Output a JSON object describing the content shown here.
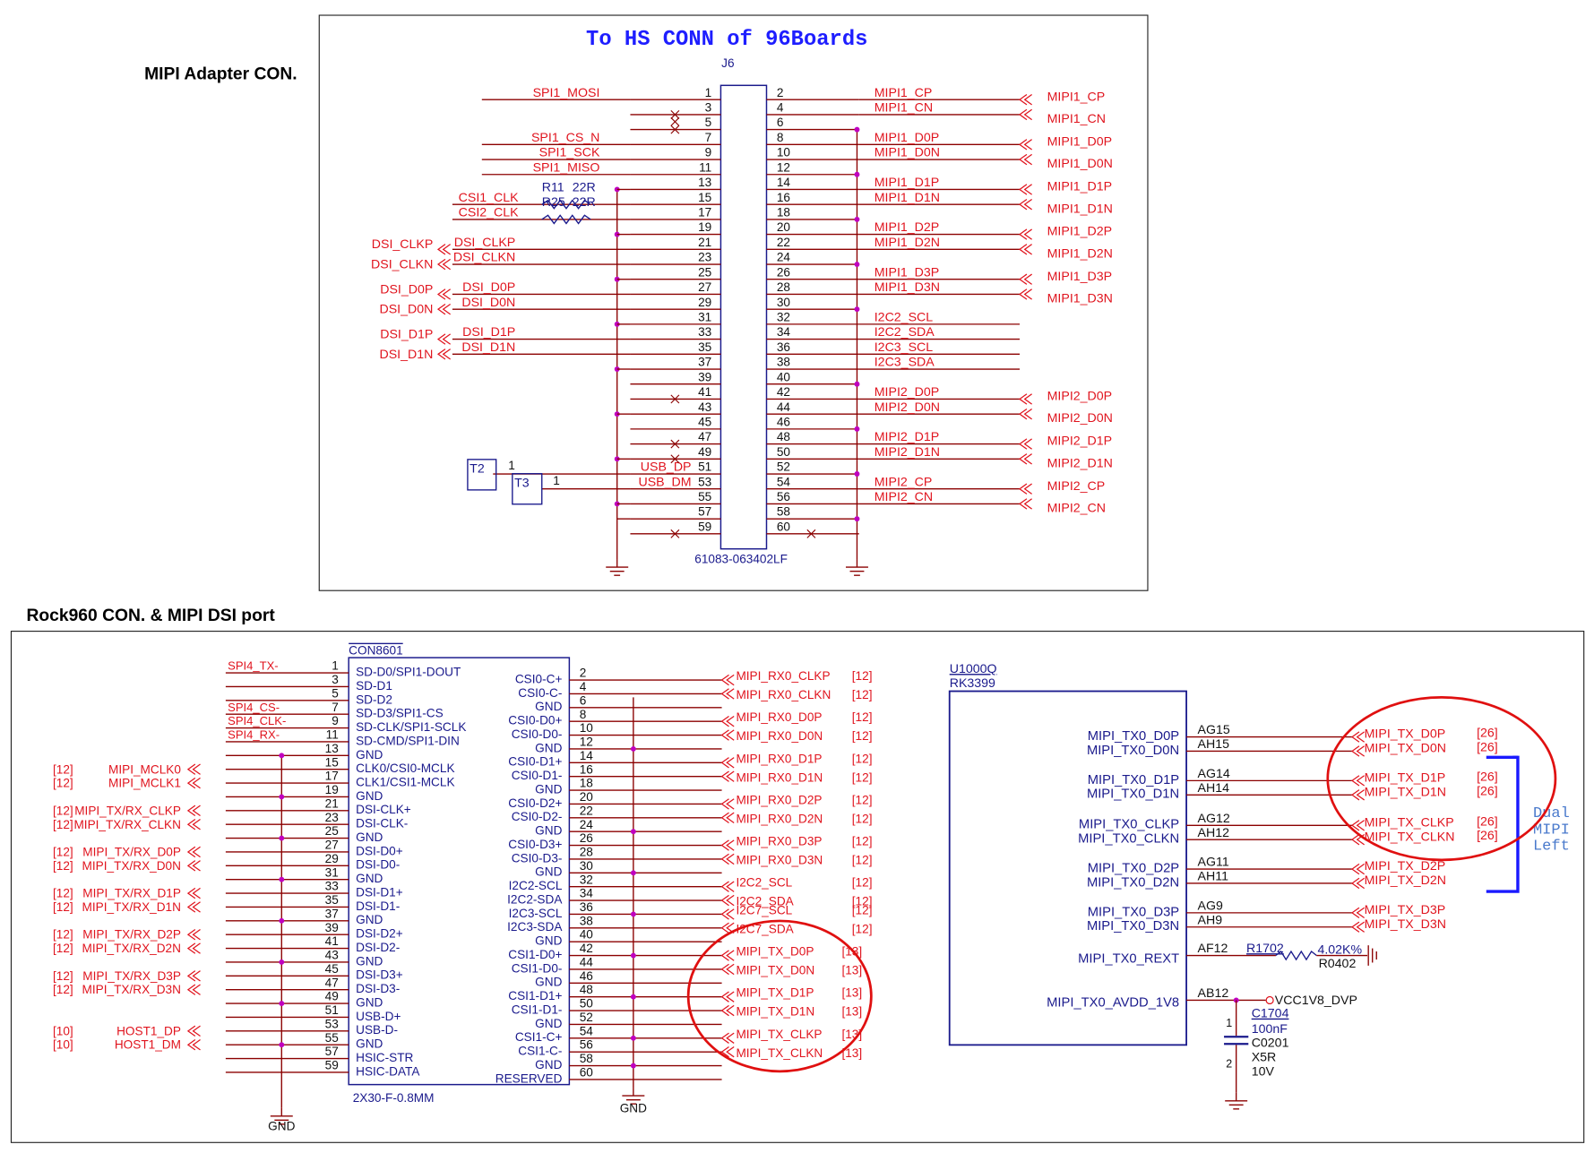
{
  "headings": {
    "top_label": "MIPI Adapter CON.",
    "bottom_label": "Rock960 CON. & MIPI DSI port",
    "top_box_title": "To HS CONN of 96Boards"
  },
  "j6": {
    "ref": "J6",
    "part": "61083-063402LF",
    "odd_pins": [
      "1",
      "3",
      "5",
      "7",
      "9",
      "11",
      "13",
      "15",
      "17",
      "19",
      "21",
      "23",
      "25",
      "27",
      "29",
      "31",
      "33",
      "35",
      "37",
      "39",
      "41",
      "43",
      "45",
      "47",
      "49",
      "51",
      "53",
      "55",
      "57",
      "59"
    ],
    "even_pins": [
      "2",
      "4",
      "6",
      "8",
      "10",
      "12",
      "14",
      "16",
      "18",
      "20",
      "22",
      "24",
      "26",
      "28",
      "30",
      "32",
      "34",
      "36",
      "38",
      "40",
      "42",
      "44",
      "46",
      "48",
      "50",
      "52",
      "54",
      "56",
      "58",
      "60"
    ],
    "left_nets": [
      {
        "pin": "1",
        "label": "SPI1_MOSI"
      },
      {
        "pin": "7",
        "label": "SPI1_CS_N"
      },
      {
        "pin": "9",
        "label": "SPI1_SCK"
      },
      {
        "pin": "11",
        "label": "SPI1_MISO"
      },
      {
        "pin": "15",
        "label": "CSI1_CLK"
      },
      {
        "pin": "17",
        "label": "CSI2_CLK"
      },
      {
        "pin": "21",
        "label": "DSI_CLKP"
      },
      {
        "pin": "23",
        "label": "DSI_CLKN"
      },
      {
        "pin": "27",
        "label": "DSI_D0P"
      },
      {
        "pin": "29",
        "label": "DSI_D0N"
      },
      {
        "pin": "33",
        "label": "DSI_D1P"
      },
      {
        "pin": "35",
        "label": "DSI_D1N"
      },
      {
        "pin": "51",
        "label": "USB_DP"
      },
      {
        "pin": "53",
        "label": "USB_DM"
      }
    ],
    "resistors": [
      {
        "ref": "R11",
        "value": "22R"
      },
      {
        "ref": "R25",
        "value": "22R"
      }
    ],
    "left_ports": [
      "DSI_CLKP",
      "DSI_CLKN",
      "DSI_D0P",
      "DSI_D0N",
      "DSI_D1P",
      "DSI_D1N"
    ],
    "testpoints": [
      {
        "ref": "T2",
        "pin": "1"
      },
      {
        "ref": "T3",
        "pin": "1"
      }
    ],
    "right_nets": [
      {
        "pin": "2",
        "label": "MIPI1_CP"
      },
      {
        "pin": "4",
        "label": "MIPI1_CN"
      },
      {
        "pin": "8",
        "label": "MIPI1_D0P"
      },
      {
        "pin": "10",
        "label": "MIPI1_D0N"
      },
      {
        "pin": "14",
        "label": "MIPI1_D1P"
      },
      {
        "pin": "16",
        "label": "MIPI1_D1N"
      },
      {
        "pin": "20",
        "label": "MIPI1_D2P"
      },
      {
        "pin": "22",
        "label": "MIPI1_D2N"
      },
      {
        "pin": "26",
        "label": "MIPI1_D3P"
      },
      {
        "pin": "28",
        "label": "MIPI1_D3N"
      },
      {
        "pin": "32",
        "label": "I2C2_SCL"
      },
      {
        "pin": "34",
        "label": "I2C2_SDA"
      },
      {
        "pin": "36",
        "label": "I2C3_SCL"
      },
      {
        "pin": "38",
        "label": "I2C3_SDA"
      },
      {
        "pin": "42",
        "label": "MIPI2_D0P"
      },
      {
        "pin": "44",
        "label": "MIPI2_D0N"
      },
      {
        "pin": "48",
        "label": "MIPI2_D1P"
      },
      {
        "pin": "50",
        "label": "MIPI2_D1N"
      },
      {
        "pin": "54",
        "label": "MIPI2_CP"
      },
      {
        "pin": "56",
        "label": "MIPI2_CN"
      }
    ],
    "right_ports": [
      "MIPI1_CP",
      "MIPI1_CN",
      "MIPI1_D0P",
      "MIPI1_D0N",
      "MIPI1_D1P",
      "MIPI1_D1N",
      "MIPI1_D2P",
      "MIPI1_D2N",
      "MIPI1_D3P",
      "MIPI1_D3N",
      "MIPI2_D0P",
      "MIPI2_D0N",
      "MIPI2_D1P",
      "MIPI2_D1N",
      "MIPI2_CP",
      "MIPI2_CN"
    ]
  },
  "con8601": {
    "ref": "CON8601",
    "part": "2X30-F-0.8MM",
    "gnd_label": "GND",
    "odd_pins": [
      "1",
      "3",
      "5",
      "7",
      "9",
      "11",
      "13",
      "15",
      "17",
      "19",
      "21",
      "23",
      "25",
      "27",
      "29",
      "31",
      "33",
      "35",
      "37",
      "39",
      "41",
      "43",
      "45",
      "47",
      "49",
      "51",
      "53",
      "55",
      "57",
      "59"
    ],
    "even_pins": [
      "2",
      "4",
      "6",
      "8",
      "10",
      "12",
      "14",
      "16",
      "18",
      "20",
      "22",
      "24",
      "26",
      "28",
      "30",
      "32",
      "34",
      "36",
      "38",
      "40",
      "42",
      "44",
      "46",
      "48",
      "50",
      "52",
      "54",
      "56",
      "58",
      "60"
    ],
    "odd_names": [
      "SD-D0/SPI1-DOUT",
      "SD-D1",
      "SD-D2",
      "SD-D3/SPI1-CS",
      "SD-CLK/SPI1-SCLK",
      "SD-CMD/SPI1-DIN",
      "GND",
      "CLK0/CSI0-MCLK",
      "CLK1/CSI1-MCLK",
      "GND",
      "DSI-CLK+",
      "DSI-CLK-",
      "GND",
      "DSI-D0+",
      "DSI-D0-",
      "GND",
      "DSI-D1+",
      "DSI-D1-",
      "GND",
      "DSI-D2+",
      "DSI-D2-",
      "GND",
      "DSI-D3+",
      "DSI-D3-",
      "GND",
      "USB-D+",
      "USB-D-",
      "GND",
      "HSIC-STR",
      "HSIC-DATA"
    ],
    "even_names": [
      "CSI0-C+",
      "CSI0-C-",
      "GND",
      "CSI0-D0+",
      "CSI0-D0-",
      "GND",
      "CSI0-D1+",
      "CSI0-D1-",
      "GND",
      "CSI0-D2+",
      "CSI0-D2-",
      "GND",
      "CSI0-D3+",
      "CSI0-D3-",
      "GND",
      "I2C2-SCL",
      "I2C2-SDA",
      "I2C3-SCL",
      "I2C3-SDA",
      "GND",
      "CSI1-D0+",
      "CSI1-D0-",
      "GND",
      "CSI1-D1+",
      "CSI1-D1-",
      "GND",
      "CSI1-C+",
      "CSI1-C-",
      "GND",
      "RESERVED"
    ],
    "left_nets": [
      {
        "pin": "1",
        "label": "SPI4_TX-"
      },
      {
        "pin": "7",
        "label": "SPI4_CS-"
      },
      {
        "pin": "9",
        "label": "SPI4_CLK-"
      },
      {
        "pin": "11",
        "label": "SPI4_RX-"
      }
    ],
    "left_ports": [
      {
        "pin": "15",
        "label": "MIPI_MCLK0",
        "ref": "[12]"
      },
      {
        "pin": "17",
        "label": "MIPI_MCLK1",
        "ref": "[12]"
      },
      {
        "pin": "21",
        "label": "MIPI_TX/RX_CLKP",
        "ref": "[12]"
      },
      {
        "pin": "23",
        "label": "MIPI_TX/RX_CLKN",
        "ref": "[12]"
      },
      {
        "pin": "27",
        "label": "MIPI_TX/RX_D0P",
        "ref": "[12]"
      },
      {
        "pin": "29",
        "label": "MIPI_TX/RX_D0N",
        "ref": "[12]"
      },
      {
        "pin": "33",
        "label": "MIPI_TX/RX_D1P",
        "ref": "[12]"
      },
      {
        "pin": "35",
        "label": "MIPI_TX/RX_D1N",
        "ref": "[12]"
      },
      {
        "pin": "39",
        "label": "MIPI_TX/RX_D2P",
        "ref": "[12]"
      },
      {
        "pin": "41",
        "label": "MIPI_TX/RX_D2N",
        "ref": "[12]"
      },
      {
        "pin": "45",
        "label": "MIPI_TX/RX_D3P",
        "ref": "[12]"
      },
      {
        "pin": "47",
        "label": "MIPI_TX/RX_D3N",
        "ref": "[12]"
      },
      {
        "pin": "53",
        "label": "HOST1_DP",
        "ref": "[10]"
      },
      {
        "pin": "55",
        "label": "HOST1_DM",
        "ref": "[10]"
      }
    ],
    "right_ports": [
      {
        "pin": "2",
        "label": "MIPI_RX0_CLKP",
        "ref": "[12]"
      },
      {
        "pin": "4",
        "label": "MIPI_RX0_CLKN",
        "ref": "[12]"
      },
      {
        "pin": "8",
        "label": "MIPI_RX0_D0P",
        "ref": "[12]"
      },
      {
        "pin": "10",
        "label": "MIPI_RX0_D0N",
        "ref": "[12]"
      },
      {
        "pin": "14",
        "label": "MIPI_RX0_D1P",
        "ref": "[12]"
      },
      {
        "pin": "16",
        "label": "MIPI_RX0_D1N",
        "ref": "[12]"
      },
      {
        "pin": "20",
        "label": "MIPI_RX0_D2P",
        "ref": "[12]"
      },
      {
        "pin": "22",
        "label": "MIPI_RX0_D2N",
        "ref": "[12]"
      },
      {
        "pin": "26",
        "label": "MIPI_RX0_D3P",
        "ref": "[12]"
      },
      {
        "pin": "28",
        "label": "MIPI_RX0_D3N",
        "ref": "[12]"
      },
      {
        "pin": "32",
        "label": "I2C2_SCL",
        "ref": "[12]"
      },
      {
        "pin": "34",
        "label": "I2C2_SDA",
        "ref": "[12]"
      },
      {
        "pin": "36",
        "label": "I2C7_SCL",
        "ref": "[12]"
      },
      {
        "pin": "38",
        "label": "I2C7_SDA",
        "ref": "[12]"
      },
      {
        "pin": "42",
        "label": "MIPI_TX_D0P",
        "ref": "[13]"
      },
      {
        "pin": "44",
        "label": "MIPI_TX_D0N",
        "ref": "[13]"
      },
      {
        "pin": "48",
        "label": "MIPI_TX_D1P",
        "ref": "[13]"
      },
      {
        "pin": "50",
        "label": "MIPI_TX_D1N",
        "ref": "[13]"
      },
      {
        "pin": "54",
        "label": "MIPI_TX_CLKP",
        "ref": "[13]"
      },
      {
        "pin": "56",
        "label": "MIPI_TX_CLKN",
        "ref": "[13]"
      }
    ]
  },
  "u1000q": {
    "ref": "U1000Q",
    "part": "RK3399",
    "pins": [
      {
        "name": "MIPI_TX0_D0P",
        "ball": "AG15",
        "port": "MIPI_TX_D0P",
        "ref": "[26]"
      },
      {
        "name": "MIPI_TX0_D0N",
        "ball": "AH15",
        "port": "MIPI_TX_D0N",
        "ref": "[26]"
      },
      {
        "name": "MIPI_TX0_D1P",
        "ball": "AG14",
        "port": "MIPI_TX_D1P",
        "ref": "[26]"
      },
      {
        "name": "MIPI_TX0_D1N",
        "ball": "AH14",
        "port": "MIPI_TX_D1N",
        "ref": "[26]"
      },
      {
        "name": "MIPI_TX0_CLKP",
        "ball": "AG12",
        "port": "MIPI_TX_CLKP",
        "ref": "[26]"
      },
      {
        "name": "MIPI_TX0_CLKN",
        "ball": "AH12",
        "port": "MIPI_TX_CLKN",
        "ref": "[26]"
      },
      {
        "name": "MIPI_TX0_D2P",
        "ball": "AG11",
        "port": "MIPI_TX_D2P",
        "ref": ""
      },
      {
        "name": "MIPI_TX0_D2N",
        "ball": "AH11",
        "port": "MIPI_TX_D2N",
        "ref": ""
      },
      {
        "name": "MIPI_TX0_D3P",
        "ball": "AG9",
        "port": "MIPI_TX_D3P",
        "ref": ""
      },
      {
        "name": "MIPI_TX0_D3N",
        "ball": "AH9",
        "port": "MIPI_TX_D3N",
        "ref": ""
      }
    ],
    "rext": {
      "name": "MIPI_TX0_REXT",
      "ball": "AF12",
      "res_ref": "R1702",
      "res_value": "4.02K%",
      "res_pkg": "R0402"
    },
    "avdd": {
      "name": "MIPI_TX0_AVDD_1V8",
      "ball": "AB12",
      "net": "VCC1V8_DVP"
    },
    "cap": {
      "ref": "C1704",
      "value": "100nF",
      "pkg": "C0201",
      "dielectric": "X5R",
      "voltage": "10V",
      "pin1": "1",
      "pin2": "2"
    },
    "annotation": [
      "Dual",
      "MIPI",
      "Left"
    ]
  },
  "colors": {
    "wire": "#8b0000",
    "net_text": "#e0141e",
    "component": "#1a1a8c",
    "title": "#1e1eff",
    "junction": "#c000c0",
    "highlight": "#e01010"
  }
}
